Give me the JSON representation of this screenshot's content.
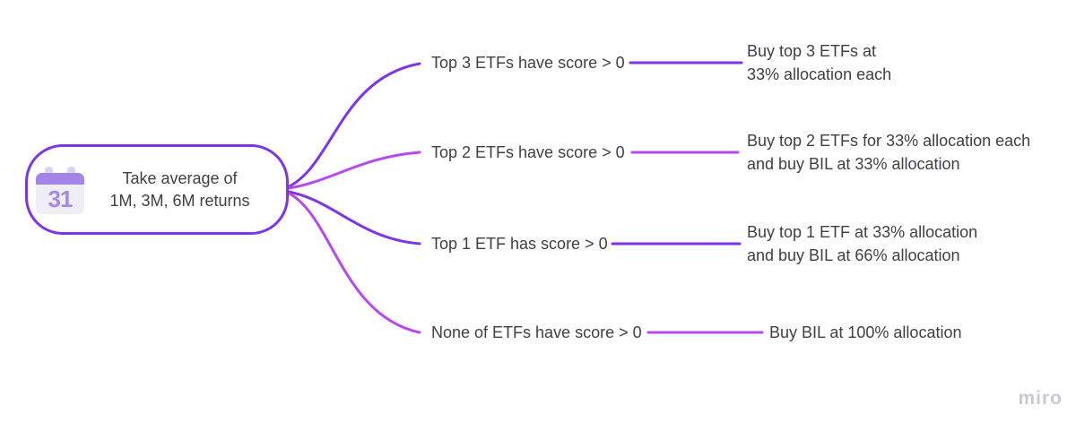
{
  "colors": {
    "violet": "#7C35E8",
    "magenta": "#B649F0",
    "text": "#3F4044",
    "watermark": "#C6CAD8",
    "cal-header": "#A385E6",
    "cal-body": "#F0EEF5",
    "cal-day": "#A58AE3",
    "cal-ring": "#DDD3EF"
  },
  "root": {
    "icon": "calendar-icon",
    "day": "31",
    "label_line1": "Take average of",
    "label_line2": "1M, 3M, 6M returns"
  },
  "branches": [
    {
      "condition": "Top 3 ETFs have score > 0",
      "action_line1": "Buy top 3 ETFs at",
      "action_line2": "33% allocation each"
    },
    {
      "condition": "Top 2 ETFs have score > 0",
      "action_line1": "Buy top 2 ETFs for 33% allocation each",
      "action_line2": "and buy BIL at 33% allocation"
    },
    {
      "condition": "Top 1 ETF has score > 0",
      "action_line1": "Buy top 1 ETF at 33% allocation",
      "action_line2": "and buy BIL at 66% allocation"
    },
    {
      "condition": "None of ETFs have score > 0",
      "action_line1": "Buy BIL at 100% allocation"
    }
  ],
  "watermark": "miro"
}
